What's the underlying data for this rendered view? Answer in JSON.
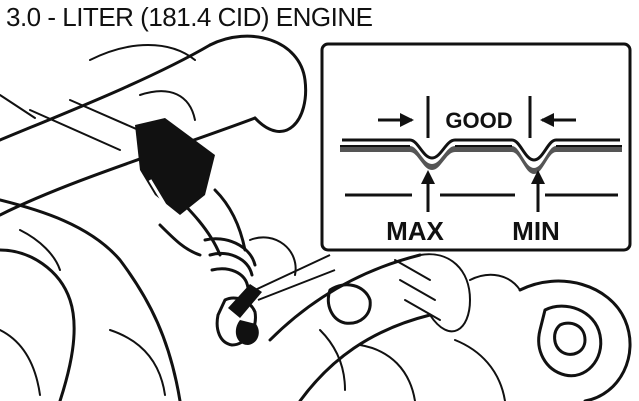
{
  "title": "3.0 - LITER (181.4 CID) ENGINE",
  "inset": {
    "range_label": "GOOD",
    "max_label": "MAX",
    "min_label": "MIN"
  },
  "colors": {
    "ink": "#111111",
    "paper": "#ffffff"
  }
}
